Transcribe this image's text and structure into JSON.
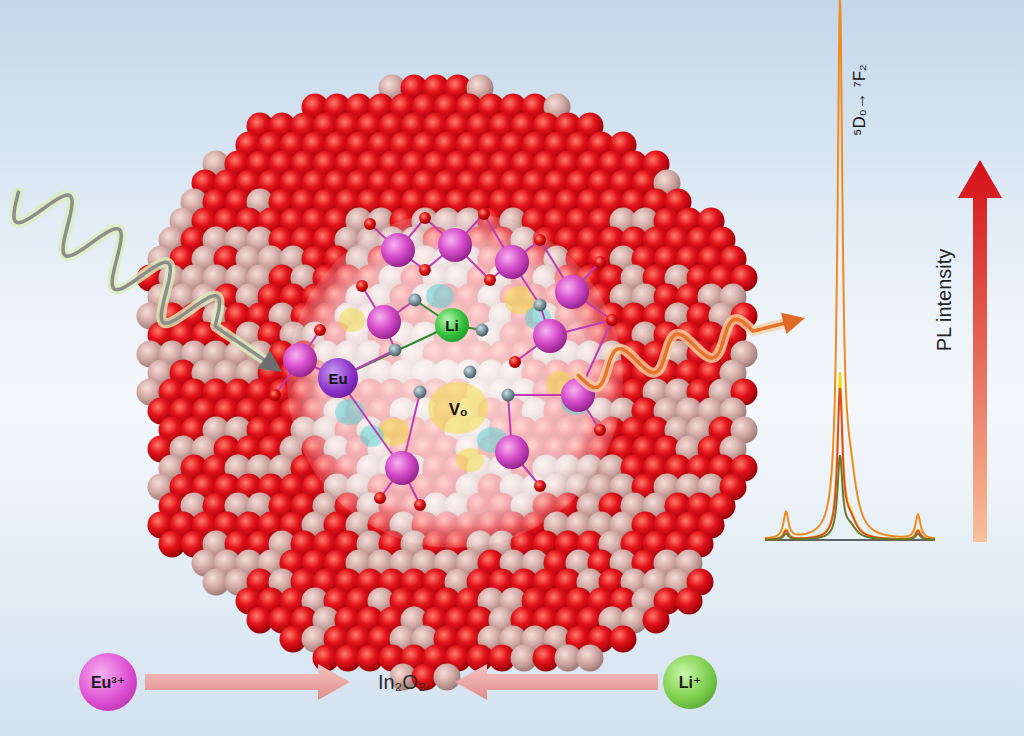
{
  "diagram": {
    "nodes": [
      {
        "text": [
          "Li"
        ]
      },
      {
        "text": [
          "Eu"
        ]
      },
      {
        "text": [
          "Eu³⁺"
        ]
      },
      {
        "text": [
          "Li⁺"
        ]
      }
    ],
    "labels": [
      "Vₒ",
      "⁵D₀→ ⁷F₂",
      "PL intensity",
      "In₂O₃"
    ]
  }
}
